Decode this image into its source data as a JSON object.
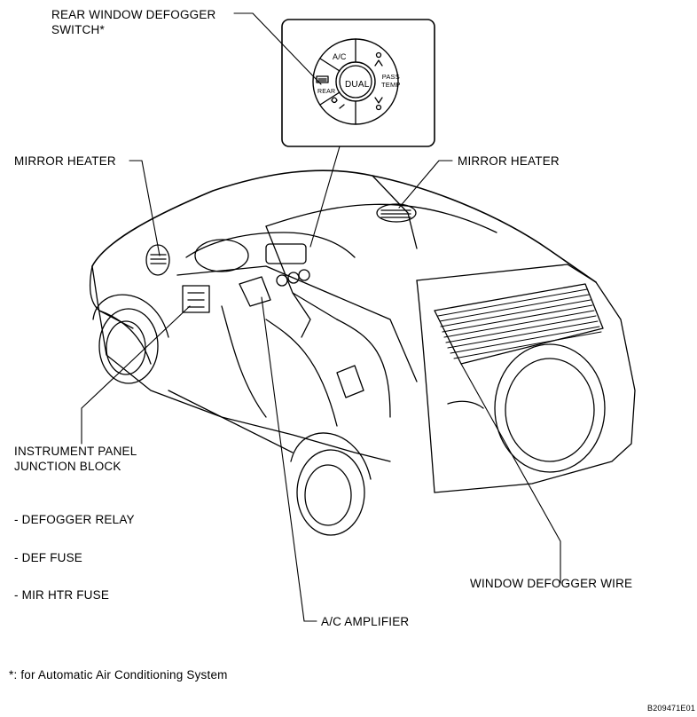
{
  "labels": {
    "rear_window_defogger_switch": "REAR WINDOW DEFOGGER\nSWITCH*",
    "mirror_heater_left": "MIRROR HEATER",
    "mirror_heater_right": "MIRROR HEATER",
    "instrument_panel_junction_block": "INSTRUMENT PANEL\nJUNCTION BLOCK",
    "defogger_relay": "- DEFOGGER RELAY",
    "def_fuse": "- DEF FUSE",
    "mir_htr_fuse": "- MIR HTR FUSE",
    "ac_amplifier": "A/C AMPLIFIER",
    "window_defogger_wire": "WINDOW DEFOGGER WIRE",
    "footnote": "*: for Automatic Air Conditioning System",
    "figure_code": "B209471E01"
  },
  "switch_panel": {
    "ac": "A/C",
    "dual": "DUAL",
    "rear": "REAR",
    "pass_temp": "PASS\nTEMP"
  }
}
